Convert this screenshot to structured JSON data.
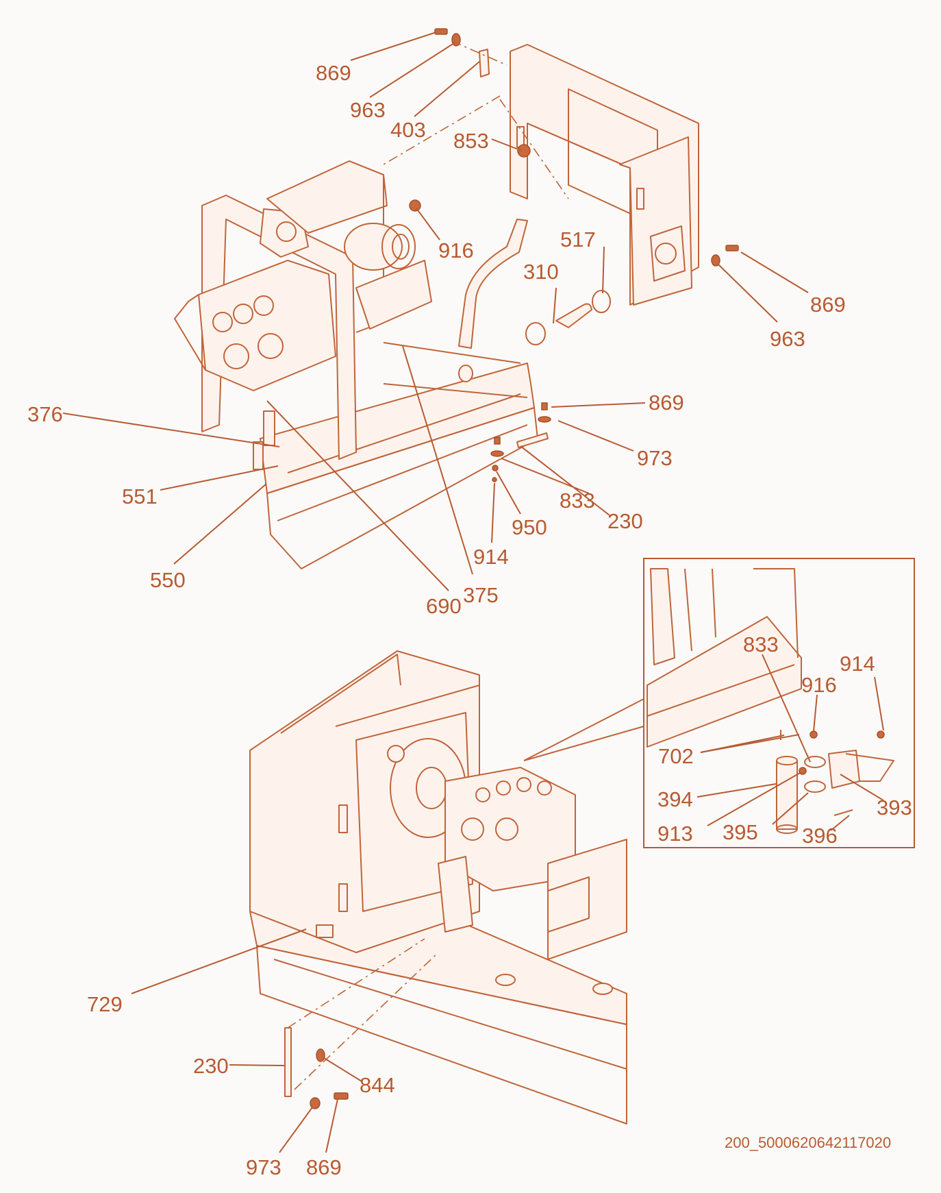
{
  "labels": {
    "l869a": "869",
    "l963a": "963",
    "l403": "403",
    "l853": "853",
    "l916a": "916",
    "l517": "517",
    "l310": "310",
    "l869b": "869",
    "l963b": "963",
    "l869c": "869",
    "l973a": "973",
    "l376": "376",
    "l551": "551",
    "l833a": "833",
    "l230a": "230",
    "l950": "950",
    "l914a": "914",
    "l550": "550",
    "l375": "375",
    "l690": "690",
    "l833b": "833",
    "l914b": "914",
    "l916b": "916",
    "l702": "702",
    "l394": "394",
    "l393": "393",
    "l913": "913",
    "l395": "395",
    "l396": "396",
    "l729": "729",
    "l230b": "230",
    "l844": "844",
    "l973b": "973",
    "l869d": "869"
  },
  "reference_code": "200_5000620642117020",
  "colors": {
    "line": "#b85a32",
    "part_fill": "#c8693e",
    "background": "#fbfaf8"
  }
}
